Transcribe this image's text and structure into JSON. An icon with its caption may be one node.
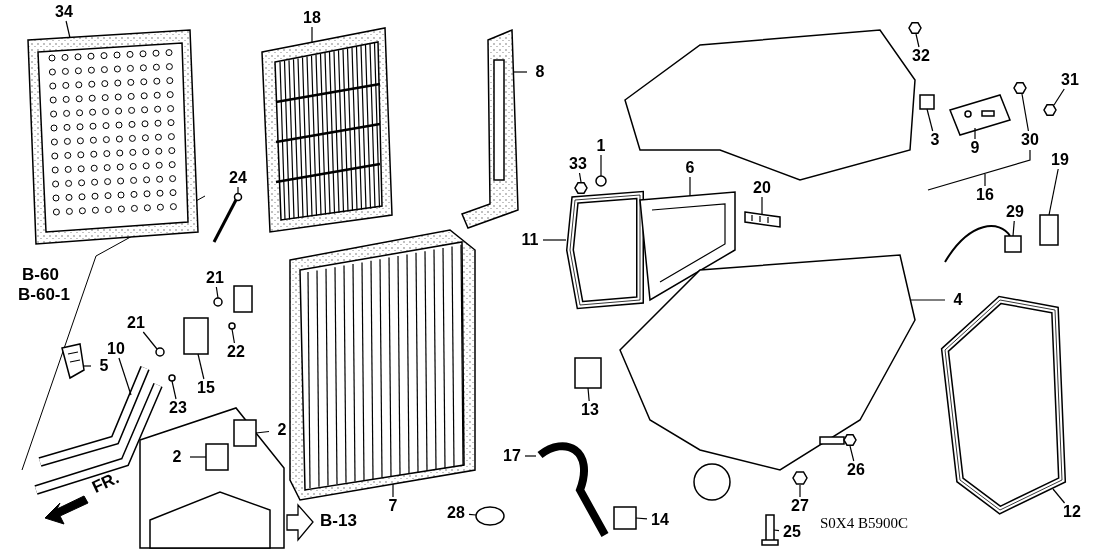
{
  "diagram": {
    "nodes": [
      {
        "text": [
          "34"
        ]
      },
      {
        "text": [
          "18"
        ]
      },
      {
        "text": [
          "8"
        ]
      },
      {
        "text": [
          "24"
        ]
      },
      {
        "text": [
          "1"
        ]
      },
      {
        "text": [
          "33"
        ]
      },
      {
        "text": [
          "11"
        ]
      },
      {
        "text": [
          "6"
        ]
      },
      {
        "text": [
          "4"
        ]
      },
      {
        "text": [
          "12"
        ]
      },
      {
        "text": [
          "17"
        ]
      },
      {
        "text": [
          "28"
        ]
      },
      {
        "text": [
          "14"
        ]
      },
      {
        "text": [
          "25"
        ]
      },
      {
        "text": [
          "27"
        ]
      },
      {
        "text": [
          "26"
        ]
      },
      {
        "text": [
          "13"
        ]
      },
      {
        "text": [
          "7"
        ]
      },
      {
        "text": [
          "2"
        ]
      },
      {
        "text": [
          "2"
        ]
      },
      {
        "text": [
          "5"
        ]
      },
      {
        "text": [
          "10"
        ]
      },
      {
        "text": [
          "15"
        ]
      },
      {
        "text": [
          "23"
        ]
      },
      {
        "text": [
          "22"
        ]
      },
      {
        "text": [
          "21"
        ]
      },
      {
        "text": [
          "21"
        ]
      },
      {
        "text": [
          "20"
        ]
      },
      {
        "text": [
          "29"
        ]
      },
      {
        "text": [
          "19"
        ]
      },
      {
        "text": [
          "3"
        ]
      },
      {
        "text": [
          "9"
        ]
      },
      {
        "text": [
          "16"
        ]
      },
      {
        "text": [
          "30"
        ]
      },
      {
        "text": [
          "31"
        ]
      },
      {
        "text": [
          "32"
        ]
      },
      {
        "text": [],
        "shape": "picture"
      },
      {
        "text": [],
        "shape": "picture"
      },
      {
        "text": [],
        "shape": "picture"
      },
      {
        "text": [],
        "shape": "picture"
      },
      {
        "text": [],
        "shape": "circle"
      },
      {
        "text": [],
        "shape": "hexagon"
      },
      {
        "text": [],
        "shape": "picture"
      },
      {
        "text": [],
        "shape": "picture"
      },
      {
        "text": [],
        "shape": "picture"
      },
      {
        "text": [],
        "shape": "picture"
      },
      {
        "text": [],
        "shape": "picture"
      },
      {
        "text": [],
        "shape": "circle"
      },
      {
        "text": [],
        "shape": "box"
      },
      {
        "text": [],
        "shape": "picture"
      },
      {
        "text": [],
        "shape": "hexagon"
      },
      {
        "text": [],
        "shape": "picture"
      },
      {
        "text": [],
        "shape": "box"
      },
      {
        "text": [],
        "shape": "picture"
      },
      {
        "text": [],
        "shape": "box"
      },
      {
        "text": [],
        "shape": "box"
      },
      {
        "text": [],
        "shape": "picture"
      },
      {
        "text": [],
        "shape": "picture"
      },
      {
        "text": [],
        "shape": "box"
      },
      {
        "text": [],
        "shape": "circle"
      },
      {
        "text": [],
        "shape": "circle"
      },
      {
        "text": [],
        "shape": "circle"
      },
      {
        "text": [],
        "shape": "circle"
      },
      {
        "text": [],
        "shape": "picture"
      },
      {
        "text": [],
        "shape": "picture"
      },
      {
        "text": [],
        "shape": "box"
      },
      {
        "text": [],
        "shape": "box"
      },
      {
        "text": [],
        "shape": "picture"
      },
      {
        "text": [],
        "shape": "hexagon"
      },
      {
        "text": [],
        "shape": "hexagon"
      },
      {
        "text": [],
        "shape": "hexagon"
      }
    ],
    "edges": [
      {
        "from": 0,
        "to": 36,
        "arrow": "none"
      },
      {
        "from": 1,
        "to": 37,
        "arrow": "none"
      },
      {
        "from": 2,
        "to": 38,
        "arrow": "none"
      },
      {
        "from": 3,
        "to": 39,
        "arrow": "none"
      },
      {
        "from": 4,
        "to": 40,
        "arrow": "none"
      },
      {
        "from": 5,
        "to": 41,
        "arrow": "none"
      },
      {
        "from": 6,
        "to": 42,
        "arrow": "none"
      },
      {
        "from": 7,
        "to": 43,
        "arrow": "none"
      },
      {
        "from": 8,
        "to": 44,
        "arrow": "none"
      },
      {
        "from": 9,
        "to": 45,
        "arrow": "none"
      },
      {
        "from": 10,
        "to": 46,
        "arrow": "none"
      },
      {
        "from": 11,
        "to": 47,
        "arrow": "none"
      },
      {
        "from": 12,
        "to": 48,
        "arrow": "none"
      },
      {
        "from": 13,
        "to": 49,
        "arrow": "none"
      },
      {
        "from": 14,
        "to": 50,
        "arrow": "none"
      },
      {
        "from": 15,
        "to": 51,
        "arrow": "none"
      },
      {
        "from": 16,
        "to": 52,
        "arrow": "none"
      },
      {
        "from": 17,
        "to": 53,
        "arrow": "none"
      },
      {
        "from": 18,
        "to": 54,
        "arrow": "none"
      },
      {
        "from": 19,
        "to": 55,
        "arrow": "none"
      },
      {
        "from": 20,
        "to": 56,
        "arrow": "none"
      },
      {
        "from": 21,
        "to": 57,
        "arrow": "none"
      },
      {
        "from": 22,
        "to": 58,
        "arrow": "none"
      },
      {
        "from": 23,
        "to": 59,
        "arrow": "none"
      },
      {
        "from": 24,
        "to": 60,
        "arrow": "none"
      },
      {
        "from": 25,
        "to": 61,
        "arrow": "none"
      },
      {
        "from": 26,
        "to": 62,
        "arrow": "none"
      },
      {
        "from": 27,
        "to": 63,
        "arrow": "none"
      },
      {
        "from": 28,
        "to": 64,
        "arrow": "none"
      },
      {
        "from": 29,
        "to": 65,
        "arrow": "none"
      },
      {
        "from": 30,
        "to": 66,
        "arrow": "none"
      },
      {
        "from": 31,
        "to": 67,
        "arrow": "none"
      },
      {
        "from": 32,
        "to": null,
        "arrow": "none"
      },
      {
        "from": 33,
        "to": 68,
        "arrow": "none"
      },
      {
        "from": 34,
        "to": 69,
        "arrow": "none"
      },
      {
        "from": 35,
        "to": 70,
        "arrow": "none"
      }
    ],
    "labels": [
      "B-60",
      "B-60-1",
      "FR.",
      "B-13",
      "S0X4 B5900C"
    ]
  }
}
